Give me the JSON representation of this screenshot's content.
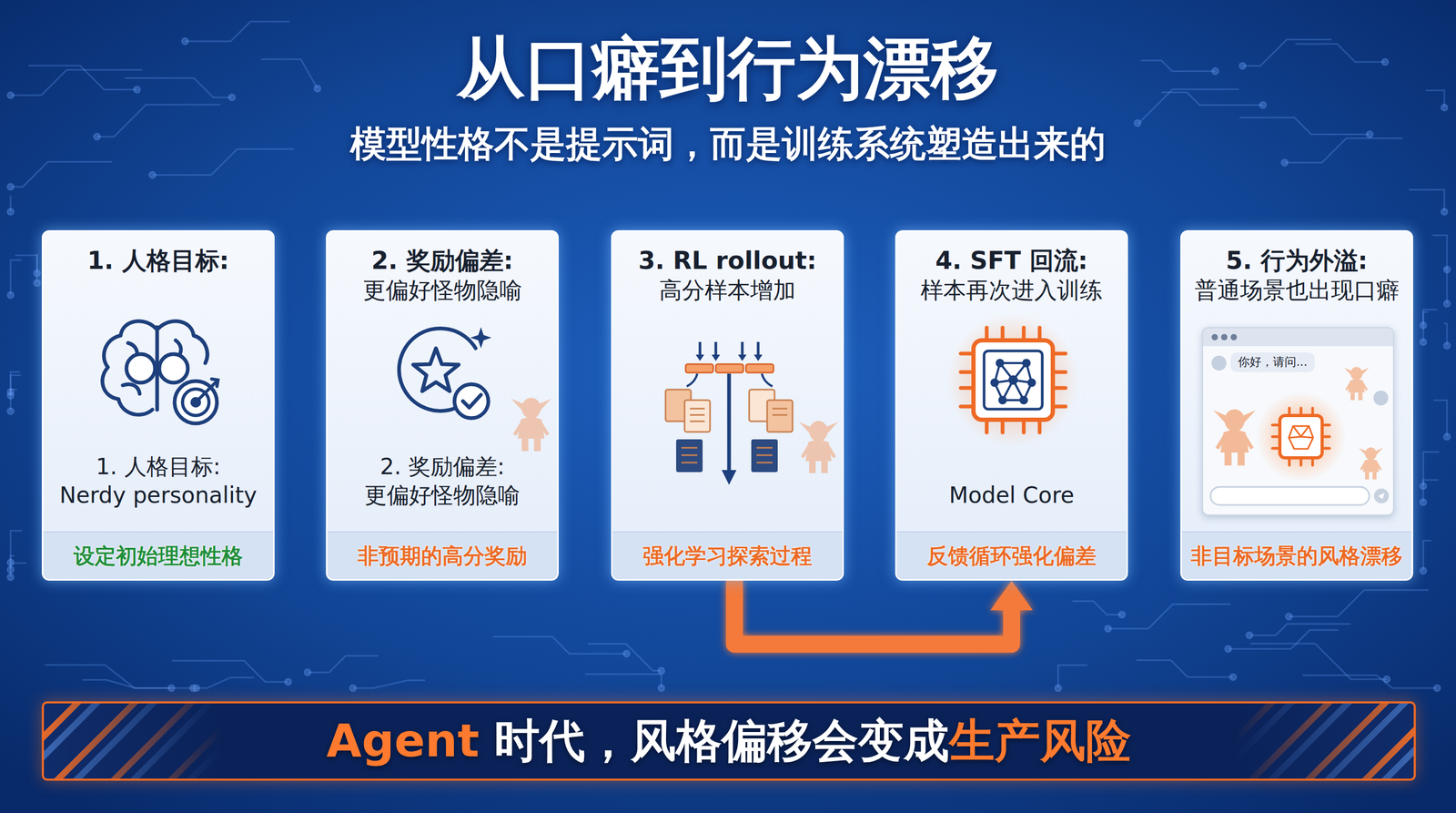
{
  "diagram": {
    "title": "从口癖到行为漂移",
    "nodes": [
      {
        "text": [
          "1. 人格目标:",
          "1. 人格目标:",
          "Nerdy personality",
          "设定初始理想性格"
        ]
      },
      {
        "text": [
          "2. 奖励偏差:",
          "更偏好怪物隐喻",
          "2. 奖励偏差:",
          "更偏好怪物隐喻",
          "非预期的高分奖励"
        ]
      },
      {
        "text": [
          "3. RL rollout:",
          "高分样本增加",
          "强化学习探索过程"
        ]
      },
      {
        "text": [
          "4. SFT 回流:",
          "样本再次进入训练",
          "Model Core",
          "反馈循环强化偏差"
        ]
      },
      {
        "text": [
          "5. 行为外溢:",
          "普通场景也出现口癖",
          "非目标场景的风格漂移"
        ]
      },
      {
        "text": [
          "你好，请问..."
        ],
        "in": 4
      },
      {
        "text": [
          "Agent",
          "时代，风格偏移会变成",
          "生产风险"
        ]
      }
    ],
    "edges": [
      {
        "from": 0,
        "to": 1,
        "arrow": "to"
      },
      {
        "from": 1,
        "to": 2,
        "arrow": "to"
      },
      {
        "from": 2,
        "to": 3,
        "arrow": "to"
      },
      {
        "from": 2,
        "to": 3,
        "arrow": "to"
      },
      {
        "from": 3,
        "to": 4,
        "arrow": "to"
      }
    ],
    "labels": [
      "模型性格不是提示词，而是训练系统塑造出来的"
    ]
  }
}
